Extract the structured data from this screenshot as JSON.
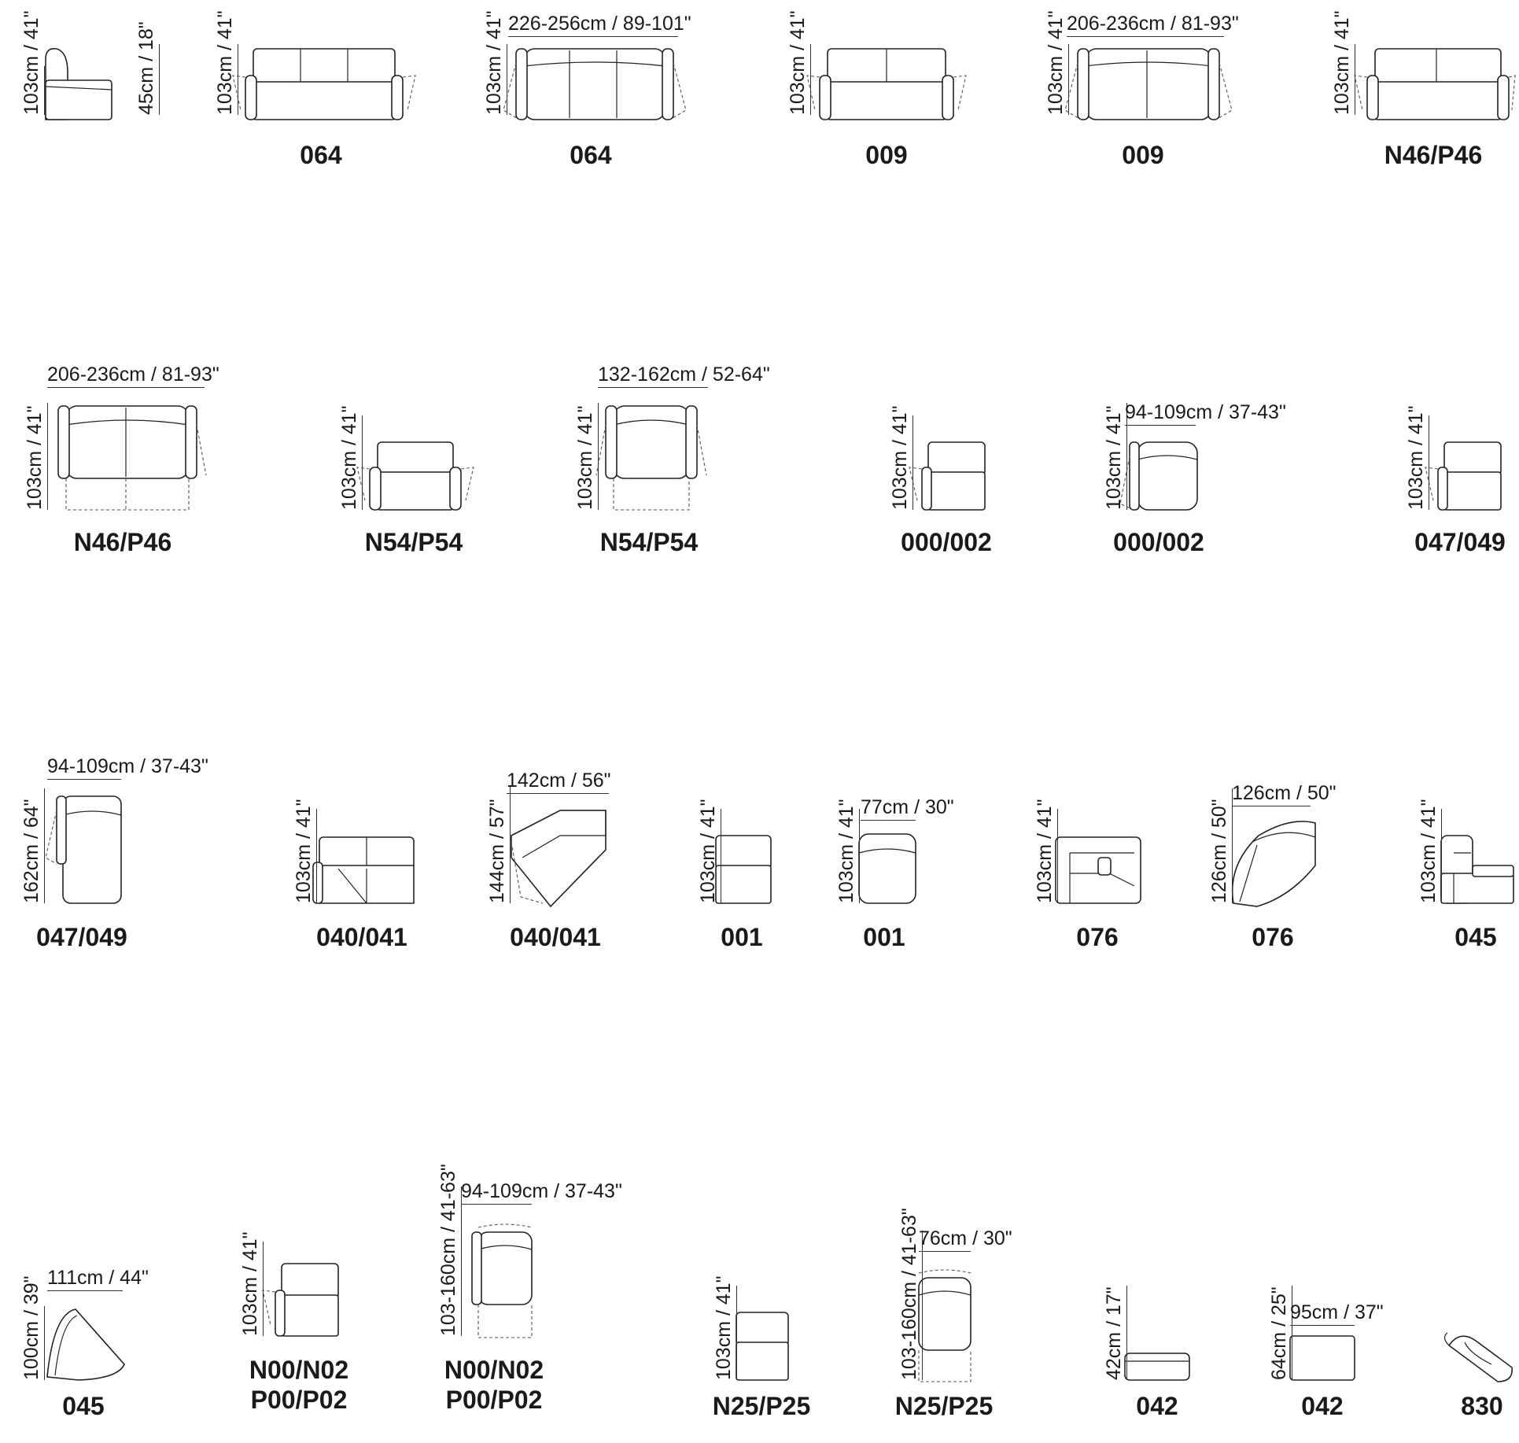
{
  "modules": [
    {
      "id": "m1",
      "codes": [
        ""
      ],
      "height": "103cm / 41\"",
      "seat": "45cm / 18\""
    },
    {
      "id": "m2",
      "codes": [
        "064"
      ],
      "height": "103cm / 41\""
    },
    {
      "id": "m3",
      "codes": [
        "064"
      ],
      "height": "103cm / 41\"",
      "width": "226-256cm / 89-101\""
    },
    {
      "id": "m4",
      "codes": [
        "009"
      ],
      "height": "103cm / 41\""
    },
    {
      "id": "m5",
      "codes": [
        "009"
      ],
      "height": "103cm / 41\"",
      "width": "206-236cm / 81-93\""
    },
    {
      "id": "m6",
      "codes": [
        "N46/P46"
      ],
      "height": "103cm / 41\""
    },
    {
      "id": "m7",
      "codes": [
        "N46/P46"
      ],
      "height": "103cm / 41\"",
      "width": "206-236cm / 81-93\""
    },
    {
      "id": "m8",
      "codes": [
        "N54/P54"
      ],
      "height": "103cm / 41\""
    },
    {
      "id": "m9",
      "codes": [
        "N54/P54"
      ],
      "height": "103cm / 41\"",
      "width": "132-162cm / 52-64\""
    },
    {
      "id": "m10",
      "codes": [
        "000/002"
      ],
      "height": "103cm / 41\""
    },
    {
      "id": "m11",
      "codes": [
        "000/002"
      ],
      "height": "103cm / 41\"",
      "width": "94-109cm / 37-43\""
    },
    {
      "id": "m12",
      "codes": [
        "047/049"
      ],
      "height": "103cm / 41\""
    },
    {
      "id": "m13",
      "codes": [
        "047/049"
      ],
      "height": "162cm / 64\"",
      "width": "94-109cm / 37-43\""
    },
    {
      "id": "m14",
      "codes": [
        "040/041"
      ],
      "height": "103cm / 41\""
    },
    {
      "id": "m15",
      "codes": [
        "040/041"
      ],
      "height": "144cm / 57\"",
      "width": "142cm / 56\""
    },
    {
      "id": "m16",
      "codes": [
        "001"
      ],
      "height": "103cm / 41\""
    },
    {
      "id": "m17",
      "codes": [
        "001"
      ],
      "height": "103cm / 41\"",
      "width": "77cm / 30\""
    },
    {
      "id": "m18",
      "codes": [
        "076"
      ],
      "height": "103cm / 41\""
    },
    {
      "id": "m19",
      "codes": [
        "076"
      ],
      "height": "126cm / 50\"",
      "width": "126cm / 50\""
    },
    {
      "id": "m20",
      "codes": [
        "045"
      ],
      "height": "103cm / 41\""
    },
    {
      "id": "m21",
      "codes": [
        "045"
      ],
      "height": "100cm / 39\"",
      "width": "111cm / 44\""
    },
    {
      "id": "m22",
      "codes": [
        "N00/N02",
        "P00/P02"
      ],
      "height": "103cm / 41\""
    },
    {
      "id": "m23",
      "codes": [
        "N00/N02",
        "P00/P02"
      ],
      "height": "103-160cm / 41-63\"",
      "width": "94-109cm / 37-43\""
    },
    {
      "id": "m24",
      "codes": [
        "N25/P25"
      ],
      "height": "103cm / 41\""
    },
    {
      "id": "m25",
      "codes": [
        "N25/P25"
      ],
      "height": "103-160cm / 41-63\"",
      "width": "76cm / 30\""
    },
    {
      "id": "m26",
      "codes": [
        "042"
      ],
      "height": "42cm / 17\""
    },
    {
      "id": "m27",
      "codes": [
        "042"
      ],
      "height": "64cm / 25\"",
      "width": "95cm / 37\""
    },
    {
      "id": "m28",
      "codes": [
        "830"
      ]
    }
  ]
}
